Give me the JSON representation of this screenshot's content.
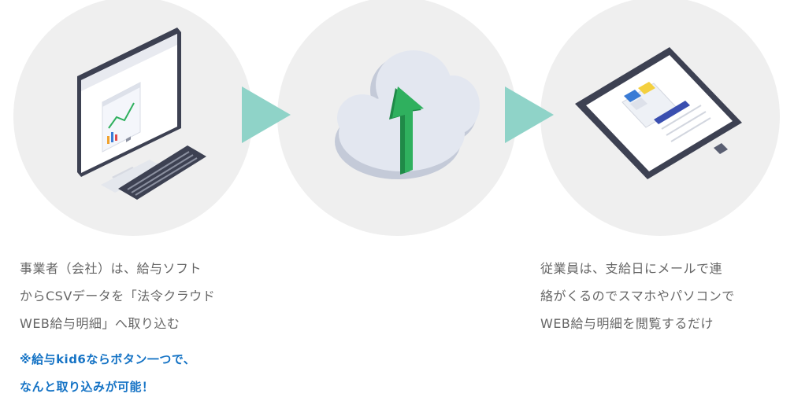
{
  "step1": {
    "lines": [
      "事業者（会社）は、給与ソフト",
      "からCSVデータを「法令クラウド",
      "WEB給与明細」へ取り込む"
    ],
    "note_lines": [
      "※給与kid6ならボタン一つで、",
      "なんと取り込みが可能！"
    ]
  },
  "step3": {
    "lines": [
      "従業員は、支給日にメールで連",
      "絡がくるのでスマホやパソコンで",
      "WEB給与明細を閲覧するだけ"
    ]
  },
  "icons": [
    "desktop-computer-icon",
    "cloud-upload-icon",
    "smartphone-icon",
    "flow-arrow-icon"
  ],
  "colors": {
    "circle_bg": "#efefef",
    "arrow": "#8fd3c8",
    "upload_arrow": "#2fb05e",
    "note_text": "#1573c5",
    "body_text": "#666666"
  }
}
